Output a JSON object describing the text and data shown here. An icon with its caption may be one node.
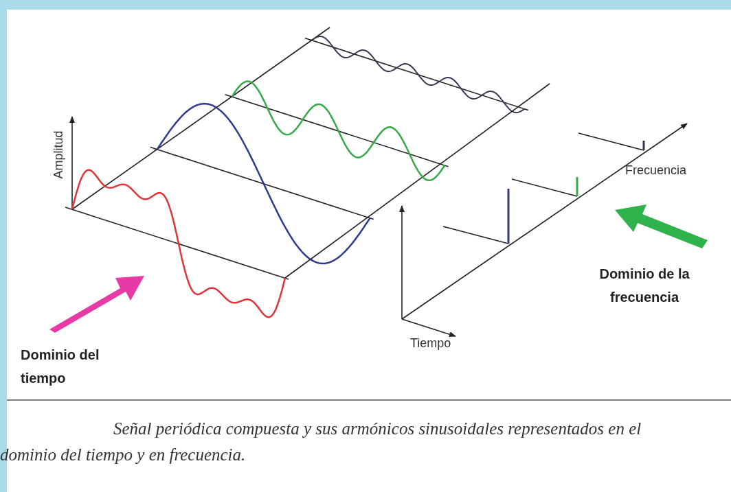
{
  "diagram": {
    "caption": "Señal periódica compuesta y sus armónicos sinusoidales representados en el dominio del tiempo y en frecuencia.",
    "labels": [
      "Amplitud",
      "Frecuencia",
      "Dominio de la frecuencia",
      "Tiempo",
      "Dominio del tiempo"
    ]
  }
}
